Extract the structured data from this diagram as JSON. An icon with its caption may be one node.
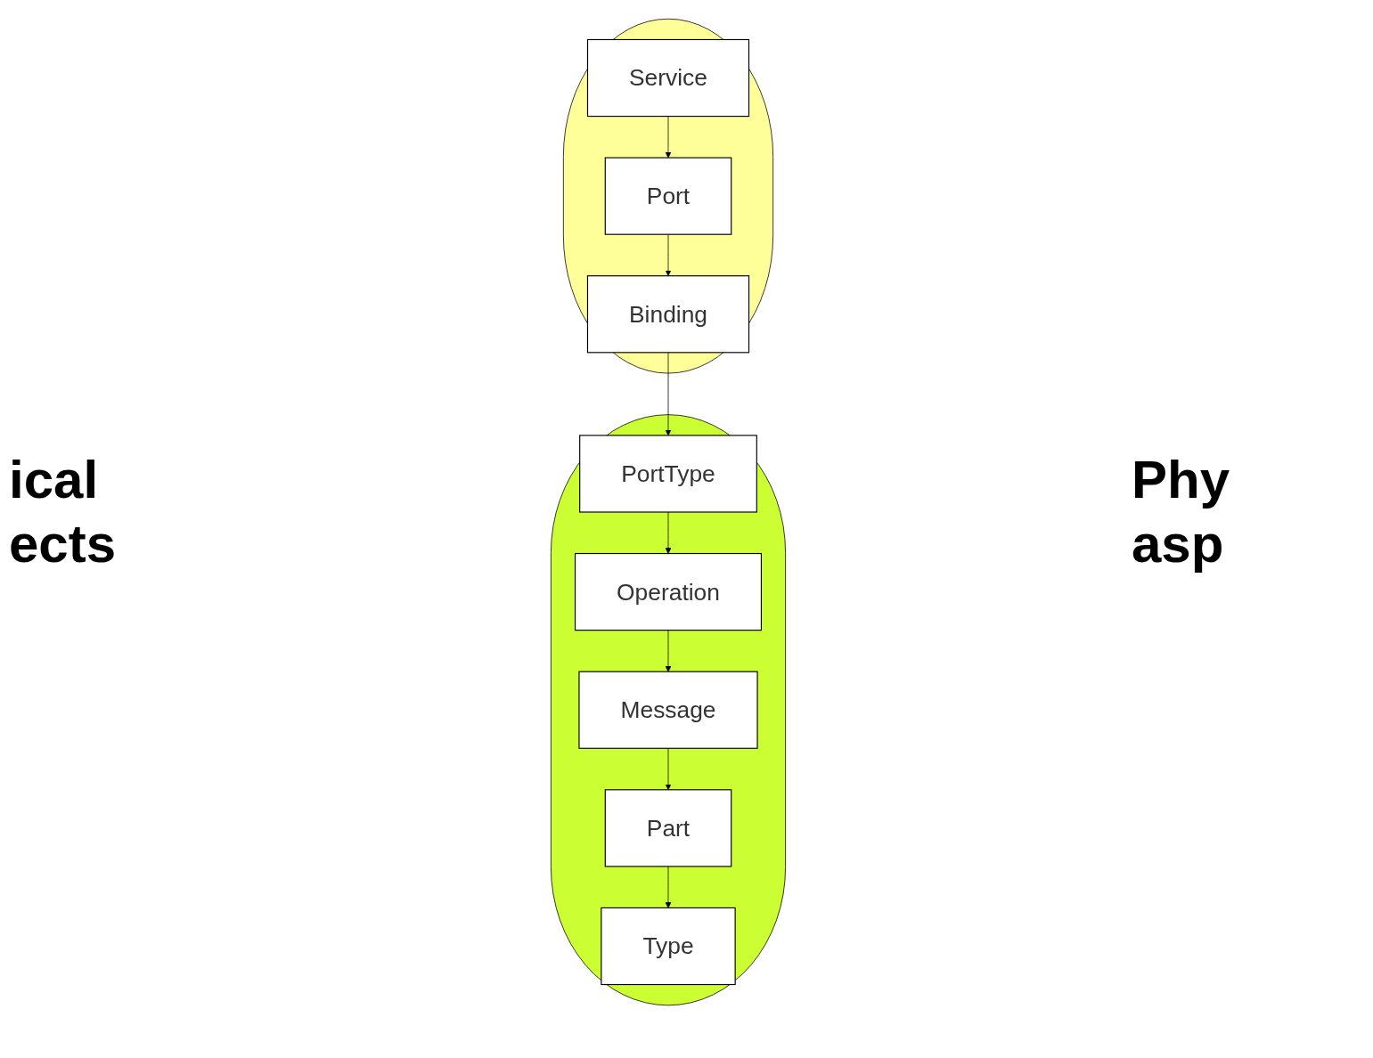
{
  "diagram": {
    "nodes": [
      {
        "text": [],
        "shape": "ellipse"
      },
      {
        "text": [
          "PortType"
        ],
        "in": 0
      },
      {
        "text": [
          "Operation"
        ],
        "in": 0
      },
      {
        "text": [
          "Message"
        ],
        "in": 0
      },
      {
        "text": [
          "Part"
        ],
        "in": 0
      },
      {
        "text": [
          "Type"
        ],
        "in": 0
      },
      {
        "text": [],
        "shape": "ellipse"
      },
      {
        "text": [
          "Binding"
        ],
        "in": 6
      },
      {
        "text": [
          "Port"
        ],
        "in": 6
      },
      {
        "text": [
          "Service"
        ],
        "in": 6
      }
    ],
    "edges": [
      {
        "from": 1,
        "to": 2,
        "arrow": "to"
      },
      {
        "from": 2,
        "to": 3,
        "arrow": "to"
      },
      {
        "from": 3,
        "to": 4,
        "arrow": "to"
      },
      {
        "from": 4,
        "to": 5,
        "arrow": "to"
      },
      {
        "from": 7,
        "to": 1,
        "arrow": "to"
      },
      {
        "from": 8,
        "to": 7,
        "arrow": "to"
      },
      {
        "from": 9,
        "to": 8,
        "arrow": "to"
      }
    ],
    "labels": [
      "ical ects",
      "Phy asp"
    ]
  }
}
